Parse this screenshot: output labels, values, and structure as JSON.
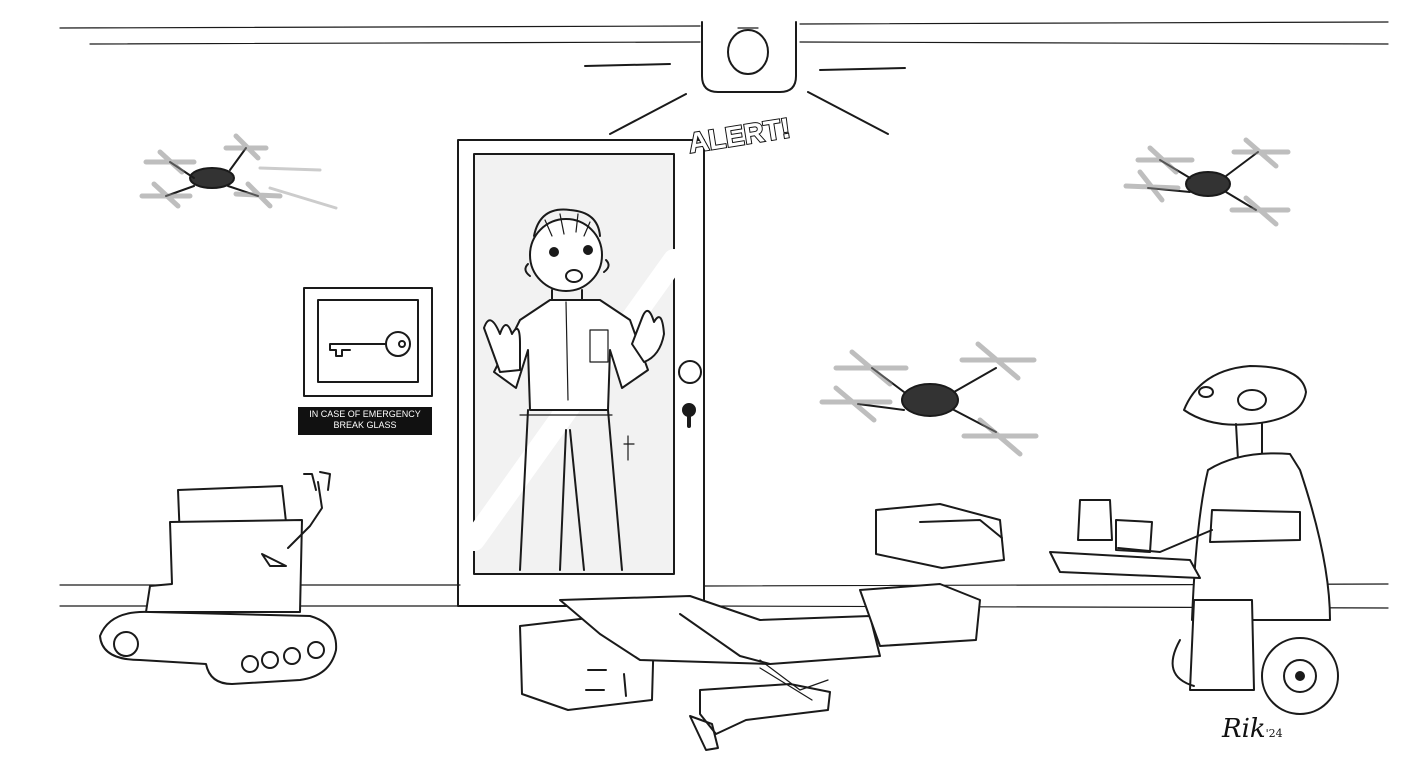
{
  "scene": {
    "alert_label": "ALERT!",
    "sign": {
      "line1": "IN CASE OF EMERGENCY",
      "line2": "BREAK GLASS"
    },
    "signature": "Rik",
    "signature_year": "'24",
    "icons": {
      "siren_light": "alarm-light-icon",
      "key_case": "key-icon",
      "drones": [
        "drone-icon",
        "drone-icon",
        "drone-icon"
      ],
      "robots": [
        "tracked-robot",
        "wheeled-robot"
      ]
    }
  }
}
